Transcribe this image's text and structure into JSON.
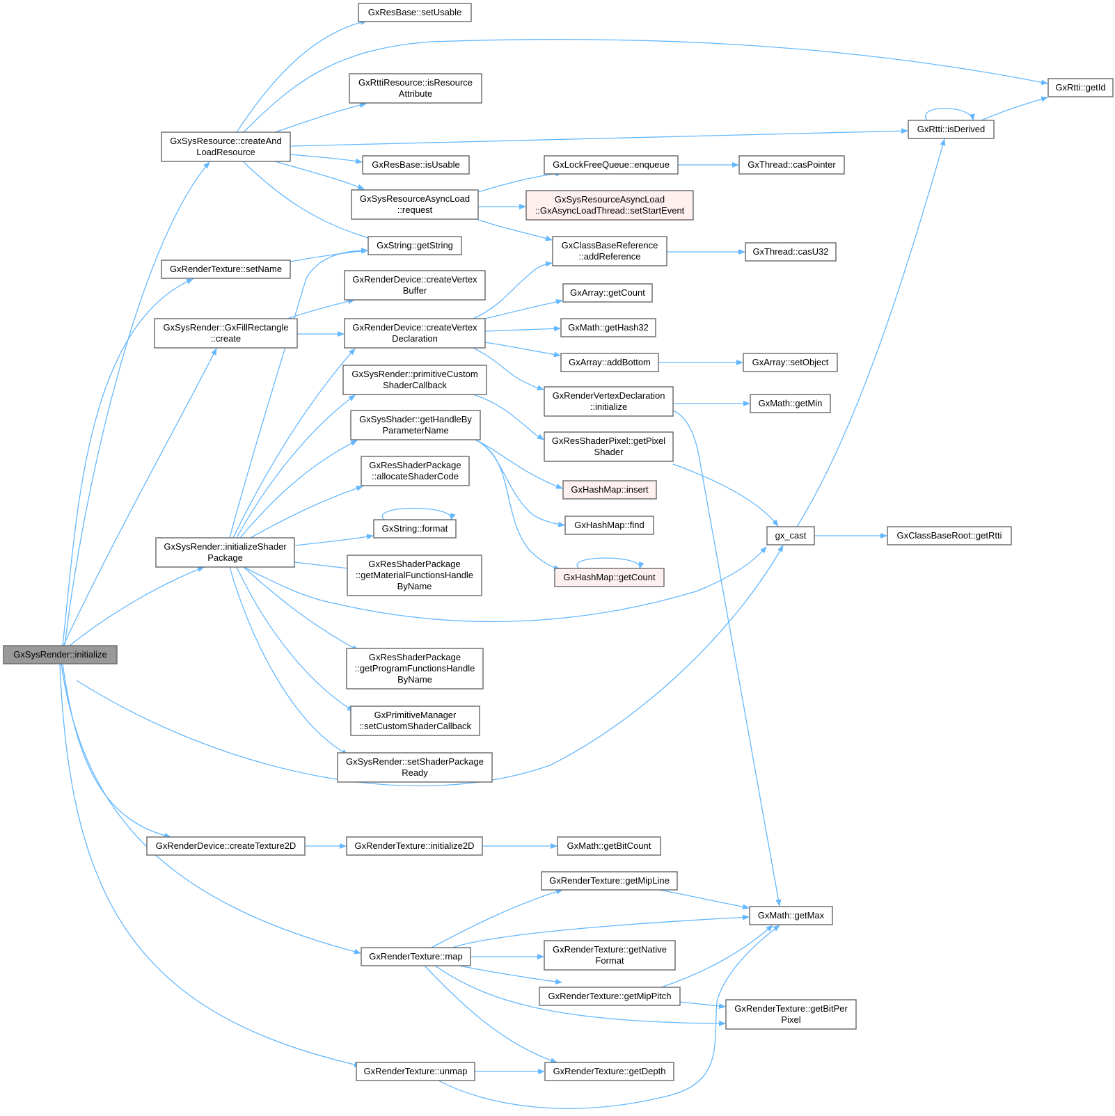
{
  "colors": {
    "edge": "#63b8ff",
    "node_fill": "#ffffff",
    "node_border": "#666666",
    "root_fill": "#999999",
    "root_border": "#666666",
    "missing_fill": "#fff0f0",
    "missing_border": "#ff0000",
    "text": "#000000"
  },
  "nodes": [
    {
      "id": "root",
      "lines": [
        "GxSysRender::initialize"
      ],
      "kind": "root"
    },
    {
      "id": "createAndLoad",
      "lines": [
        "GxSysResource::createAnd",
        "LoadResource"
      ],
      "kind": "normal"
    },
    {
      "id": "setUsable",
      "lines": [
        "GxResBase::setUsable"
      ],
      "kind": "normal"
    },
    {
      "id": "isResourceAttr",
      "lines": [
        "GxRttiResource::isResource",
        "Attribute"
      ],
      "kind": "normal"
    },
    {
      "id": "getId",
      "lines": [
        "GxRtti::getId"
      ],
      "kind": "normal"
    },
    {
      "id": "isDerived",
      "lines": [
        "GxRtti::isDerived"
      ],
      "kind": "normal"
    },
    {
      "id": "isUsable",
      "lines": [
        "GxResBase::isUsable"
      ],
      "kind": "normal"
    },
    {
      "id": "asyncRequest",
      "lines": [
        "GxSysResourceAsyncLoad",
        "::request"
      ],
      "kind": "normal"
    },
    {
      "id": "enqueue",
      "lines": [
        "GxLockFreeQueue::enqueue"
      ],
      "kind": "normal"
    },
    {
      "id": "casPointer",
      "lines": [
        "GxThread::casPointer"
      ],
      "kind": "normal"
    },
    {
      "id": "setStartEvent",
      "lines": [
        "GxSysResourceAsyncLoad",
        "::GxAsyncLoadThread::setStartEvent"
      ],
      "kind": "missing"
    },
    {
      "id": "addReference",
      "lines": [
        "GxClassBaseReference",
        "::addReference"
      ],
      "kind": "normal"
    },
    {
      "id": "casU32",
      "lines": [
        "GxThread::casU32"
      ],
      "kind": "normal"
    },
    {
      "id": "getString",
      "lines": [
        "GxString::getString"
      ],
      "kind": "normal"
    },
    {
      "id": "setName",
      "lines": [
        "GxRenderTexture::setName"
      ],
      "kind": "normal"
    },
    {
      "id": "createVB",
      "lines": [
        "GxRenderDevice::createVertex",
        "Buffer"
      ],
      "kind": "normal"
    },
    {
      "id": "fillRect",
      "lines": [
        "GxSysRender::GxFillRectangle",
        "::create"
      ],
      "kind": "normal"
    },
    {
      "id": "createVD",
      "lines": [
        "GxRenderDevice::createVertex",
        "Declaration"
      ],
      "kind": "normal"
    },
    {
      "id": "arrGetCount",
      "lines": [
        "GxArray::getCount"
      ],
      "kind": "normal"
    },
    {
      "id": "getHash32",
      "lines": [
        "GxMath::getHash32"
      ],
      "kind": "normal"
    },
    {
      "id": "addBottom",
      "lines": [
        "GxArray::addBottom"
      ],
      "kind": "normal"
    },
    {
      "id": "setObject",
      "lines": [
        "GxArray::setObject"
      ],
      "kind": "normal"
    },
    {
      "id": "primCustom",
      "lines": [
        "GxSysRender::primitiveCustom",
        "ShaderCallback"
      ],
      "kind": "normal"
    },
    {
      "id": "rvdInit",
      "lines": [
        "GxRenderVertexDeclaration",
        "::initialize"
      ],
      "kind": "normal"
    },
    {
      "id": "getMin",
      "lines": [
        "GxMath::getMin"
      ],
      "kind": "normal"
    },
    {
      "id": "getHandleBy",
      "lines": [
        "GxSysShader::getHandleBy",
        "ParameterName"
      ],
      "kind": "normal"
    },
    {
      "id": "getPixelShader",
      "lines": [
        "GxResShaderPixel::getPixel",
        "Shader"
      ],
      "kind": "normal"
    },
    {
      "id": "allocShader",
      "lines": [
        "GxResShaderPackage",
        "::allocateShaderCode"
      ],
      "kind": "normal"
    },
    {
      "id": "hmInsert",
      "lines": [
        "GxHashMap::insert"
      ],
      "kind": "missing"
    },
    {
      "id": "hmFind",
      "lines": [
        "GxHashMap::find"
      ],
      "kind": "normal"
    },
    {
      "id": "strFormat",
      "lines": [
        "GxString::format"
      ],
      "kind": "normal"
    },
    {
      "id": "gxCast",
      "lines": [
        "gx_cast"
      ],
      "kind": "normal"
    },
    {
      "id": "getRtti",
      "lines": [
        "GxClassBaseRoot::getRtti"
      ],
      "kind": "normal"
    },
    {
      "id": "initShaderPkg",
      "lines": [
        "GxSysRender::initializeShader",
        "Package"
      ],
      "kind": "normal"
    },
    {
      "id": "getMatFunc",
      "lines": [
        "GxResShaderPackage",
        "::getMaterialFunctionsHandle",
        "ByName"
      ],
      "kind": "normal"
    },
    {
      "id": "hmGetCount",
      "lines": [
        "GxHashMap::getCount"
      ],
      "kind": "missing"
    },
    {
      "id": "getProgFunc",
      "lines": [
        "GxResShaderPackage",
        "::getProgramFunctionsHandle",
        "ByName"
      ],
      "kind": "normal"
    },
    {
      "id": "setCustomCb",
      "lines": [
        "GxPrimitiveManager",
        "::setCustomShaderCallback"
      ],
      "kind": "normal"
    },
    {
      "id": "setShaderReady",
      "lines": [
        "GxSysRender::setShaderPackage",
        "Ready"
      ],
      "kind": "normal"
    },
    {
      "id": "createTex2D",
      "lines": [
        "GxRenderDevice::createTexture2D"
      ],
      "kind": "normal"
    },
    {
      "id": "init2D",
      "lines": [
        "GxRenderTexture::initialize2D"
      ],
      "kind": "normal"
    },
    {
      "id": "getBitCount",
      "lines": [
        "GxMath::getBitCount"
      ],
      "kind": "normal"
    },
    {
      "id": "getMipLine",
      "lines": [
        "GxRenderTexture::getMipLine"
      ],
      "kind": "normal"
    },
    {
      "id": "getMax",
      "lines": [
        "GxMath::getMax"
      ],
      "kind": "normal"
    },
    {
      "id": "texMap",
      "lines": [
        "GxRenderTexture::map"
      ],
      "kind": "normal"
    },
    {
      "id": "getNativeFmt",
      "lines": [
        "GxRenderTexture::getNative",
        "Format"
      ],
      "kind": "normal"
    },
    {
      "id": "getMipPitch",
      "lines": [
        "GxRenderTexture::getMipPitch"
      ],
      "kind": "normal"
    },
    {
      "id": "getBitPer",
      "lines": [
        "GxRenderTexture::getBitPer",
        "Pixel"
      ],
      "kind": "normal"
    },
    {
      "id": "texUnmap",
      "lines": [
        "GxRenderTexture::unmap"
      ],
      "kind": "normal"
    },
    {
      "id": "getDepth",
      "lines": [
        "GxRenderTexture::getDepth"
      ],
      "kind": "normal"
    }
  ]
}
